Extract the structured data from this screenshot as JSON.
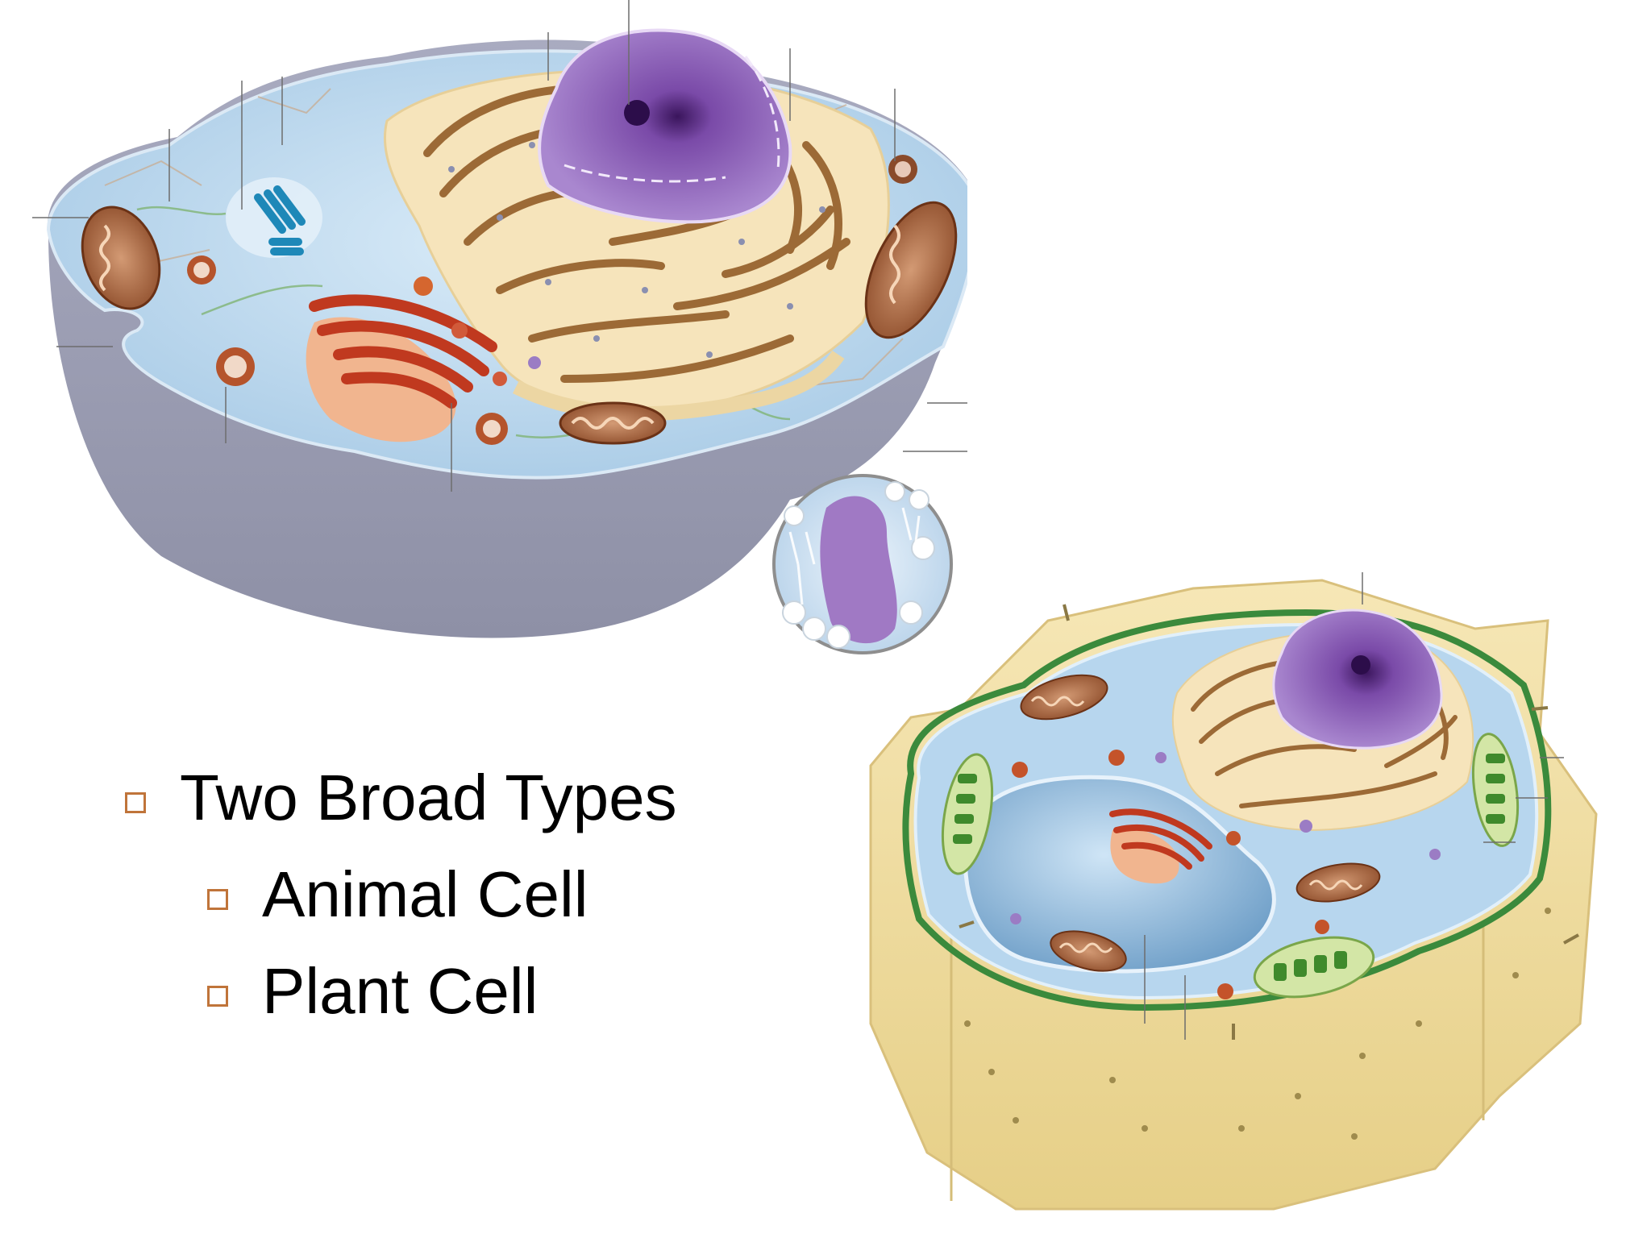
{
  "slide": {
    "bullets": [
      {
        "text": "Two Broad Types",
        "level": 1
      },
      {
        "text": "Animal Cell",
        "level": 2
      },
      {
        "text": "Plant Cell",
        "level": 2
      }
    ]
  },
  "images": {
    "animal_cell": "animal-cell-illustration",
    "plant_cell": "plant-cell-illustration"
  },
  "colors": {
    "bullet_marker": "#c0743a",
    "cytoplasm": "#b7d6ee",
    "nucleus": "#7b4ea3",
    "mitochondria": "#a0522d",
    "chloroplast": "#4f9a3a",
    "cell_wall": "#eed99a",
    "membrane_outer": "#9c9fb3",
    "er": "#f3dfb1",
    "golgi": "#c95a3a"
  }
}
